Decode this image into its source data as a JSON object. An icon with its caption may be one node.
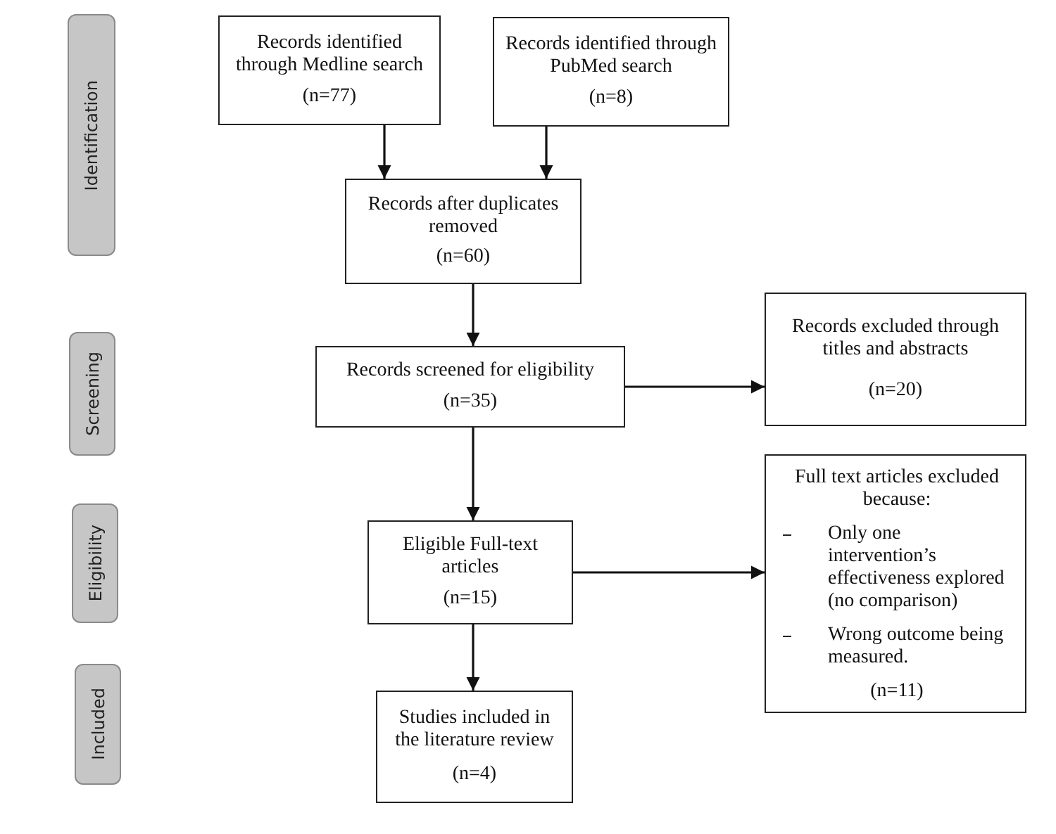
{
  "diagram": {
    "nodes": [
      {
        "text": [
          "Identification"
        ]
      },
      {
        "text": [
          "Records identified through Medline search",
          "(n=77)"
        ]
      },
      {
        "text": [
          "Records identified through PubMed search",
          "(n=8)"
        ]
      },
      {
        "text": [
          "Records after duplicates removed",
          "(n=60)"
        ]
      },
      {
        "text": [
          "Screening"
        ]
      },
      {
        "text": [
          "Records screened for eligibility",
          "(n=35)"
        ]
      },
      {
        "text": [
          "Records excluded through titles and abstracts",
          "(n=20)"
        ]
      },
      {
        "text": [
          "Eligibility"
        ]
      },
      {
        "text": [
          "Full text articles excluded because:",
          "Only one intervention’s effectiveness explored (no comparison)",
          "Wrong outcome being measured.",
          "(n=11)"
        ]
      },
      {
        "text": [
          "Eligible Full-text articles",
          "(n=15)"
        ]
      },
      {
        "text": [
          "Included"
        ]
      },
      {
        "text": [
          "Studies included in the literature review",
          "(n=4)"
        ]
      }
    ],
    "edges": [
      {
        "from": 1,
        "to": 3,
        "arrow": "to"
      },
      {
        "from": 2,
        "to": 3,
        "arrow": "to"
      },
      {
        "from": 3,
        "to": 5,
        "arrow": "to"
      },
      {
        "from": 5,
        "to": 6,
        "arrow": "to"
      },
      {
        "from": 5,
        "to": 9,
        "arrow": "to"
      },
      {
        "from": 9,
        "to": 8,
        "arrow": "to"
      },
      {
        "from": 9,
        "to": 11,
        "arrow": "to"
      }
    ]
  }
}
